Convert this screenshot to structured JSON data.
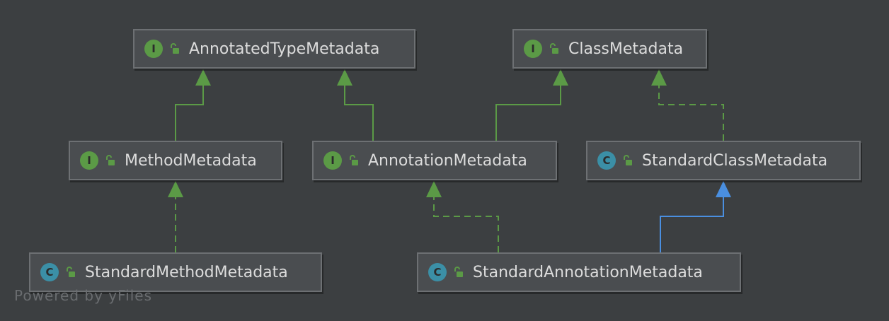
{
  "diagram": {
    "nodes": [
      {
        "id": "annotated-type-metadata",
        "kind": "I",
        "label": "AnnotatedTypeMetadata"
      },
      {
        "id": "class-metadata",
        "kind": "I",
        "label": "ClassMetadata"
      },
      {
        "id": "method-metadata",
        "kind": "I",
        "label": "MethodMetadata"
      },
      {
        "id": "annotation-metadata",
        "kind": "I",
        "label": "AnnotationMetadata"
      },
      {
        "id": "standard-class-metadata",
        "kind": "C",
        "label": "StandardClassMetadata"
      },
      {
        "id": "standard-method-metadata",
        "kind": "C",
        "label": "StandardMethodMetadata"
      },
      {
        "id": "standard-annotation-metadata",
        "kind": "C",
        "label": "StandardAnnotationMetadata"
      }
    ],
    "edges": [
      {
        "from": "method-metadata",
        "to": "annotated-type-metadata",
        "relation": "extends"
      },
      {
        "from": "annotation-metadata",
        "to": "annotated-type-metadata",
        "relation": "extends"
      },
      {
        "from": "annotation-metadata",
        "to": "class-metadata",
        "relation": "extends"
      },
      {
        "from": "standard-class-metadata",
        "to": "class-metadata",
        "relation": "implements"
      },
      {
        "from": "standard-method-metadata",
        "to": "method-metadata",
        "relation": "implements"
      },
      {
        "from": "standard-annotation-metadata",
        "to": "annotation-metadata",
        "relation": "implements"
      },
      {
        "from": "standard-annotation-metadata",
        "to": "standard-class-metadata",
        "relation": "extends-class"
      }
    ]
  },
  "colors": {
    "background": "#3c3f41",
    "interface_arrow": "#5b9a46",
    "class_arrow": "#4a8fe0",
    "interface_badge": "#5b9a46",
    "class_badge": "#3b8fa6"
  },
  "watermark": "Powered by yFiles"
}
